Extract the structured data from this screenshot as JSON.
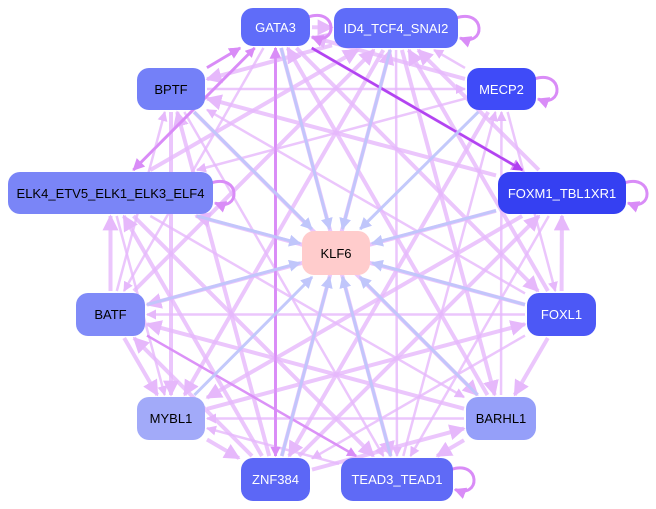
{
  "nodes": [
    {
      "id": "GATA3",
      "label": "GATA3",
      "color": "#5f6cf9",
      "text": "#ffffff"
    },
    {
      "id": "ID4",
      "label": "ID4_TCF4_SNAI2",
      "color": "#5f6cf9",
      "text": "#ffffff"
    },
    {
      "id": "MECP2",
      "label": "MECP2",
      "color": "#3f4bf8",
      "text": "#ffffff"
    },
    {
      "id": "BPTF",
      "label": "BPTF",
      "color": "#7480f8",
      "text": "#000000"
    },
    {
      "id": "FOXM1",
      "label": "FOXM1_TBL1XR1",
      "color": "#3540f2",
      "text": "#ffffff"
    },
    {
      "id": "ELK4",
      "label": "ELK4_ETV5_ELK1_ELK3_ELF4",
      "color": "#7a85f7",
      "text": "#000000"
    },
    {
      "id": "KLF6",
      "label": "KLF6",
      "color": "#ffcccc",
      "text": "#000000"
    },
    {
      "id": "BATF",
      "label": "BATF",
      "color": "#808bf8",
      "text": "#000000"
    },
    {
      "id": "FOXL1",
      "label": "FOXL1",
      "color": "#4c58f6",
      "text": "#ffffff"
    },
    {
      "id": "MYBL1",
      "label": "MYBL1",
      "color": "#a2aaf9",
      "text": "#000000"
    },
    {
      "id": "BARHL1",
      "label": "BARHL1",
      "color": "#959ff9",
      "text": "#000000"
    },
    {
      "id": "ZNF384",
      "label": "ZNF384",
      "color": "#5c67f6",
      "text": "#ffffff"
    },
    {
      "id": "TEAD3",
      "label": "TEAD3_TEAD1",
      "color": "#5f6af6",
      "text": "#ffffff"
    }
  ],
  "edge_colors": {
    "regulation": "#e6b8fb",
    "strong": "#d98cf7",
    "target": "#c0c6fb",
    "dark": "#b040f0"
  },
  "self_loops": [
    "GATA3",
    "ID4",
    "MECP2",
    "FOXM1",
    "ELK4",
    "TEAD3"
  ],
  "edges_to_target": [
    "GATA3",
    "ID4",
    "MECP2",
    "FOXM1",
    "ELK4",
    "BPTF",
    "BATF",
    "FOXL1",
    "MYBL1",
    "BARHL1",
    "ZNF384",
    "TEAD3"
  ],
  "strong_edges": [
    [
      "GATA3",
      "FOXM1"
    ],
    [
      "BPTF",
      "GATA3"
    ],
    [
      "GATA3",
      "ZNF384"
    ],
    [
      "BATF",
      "TEAD3"
    ],
    [
      "ELK4",
      "GATA3"
    ]
  ]
}
